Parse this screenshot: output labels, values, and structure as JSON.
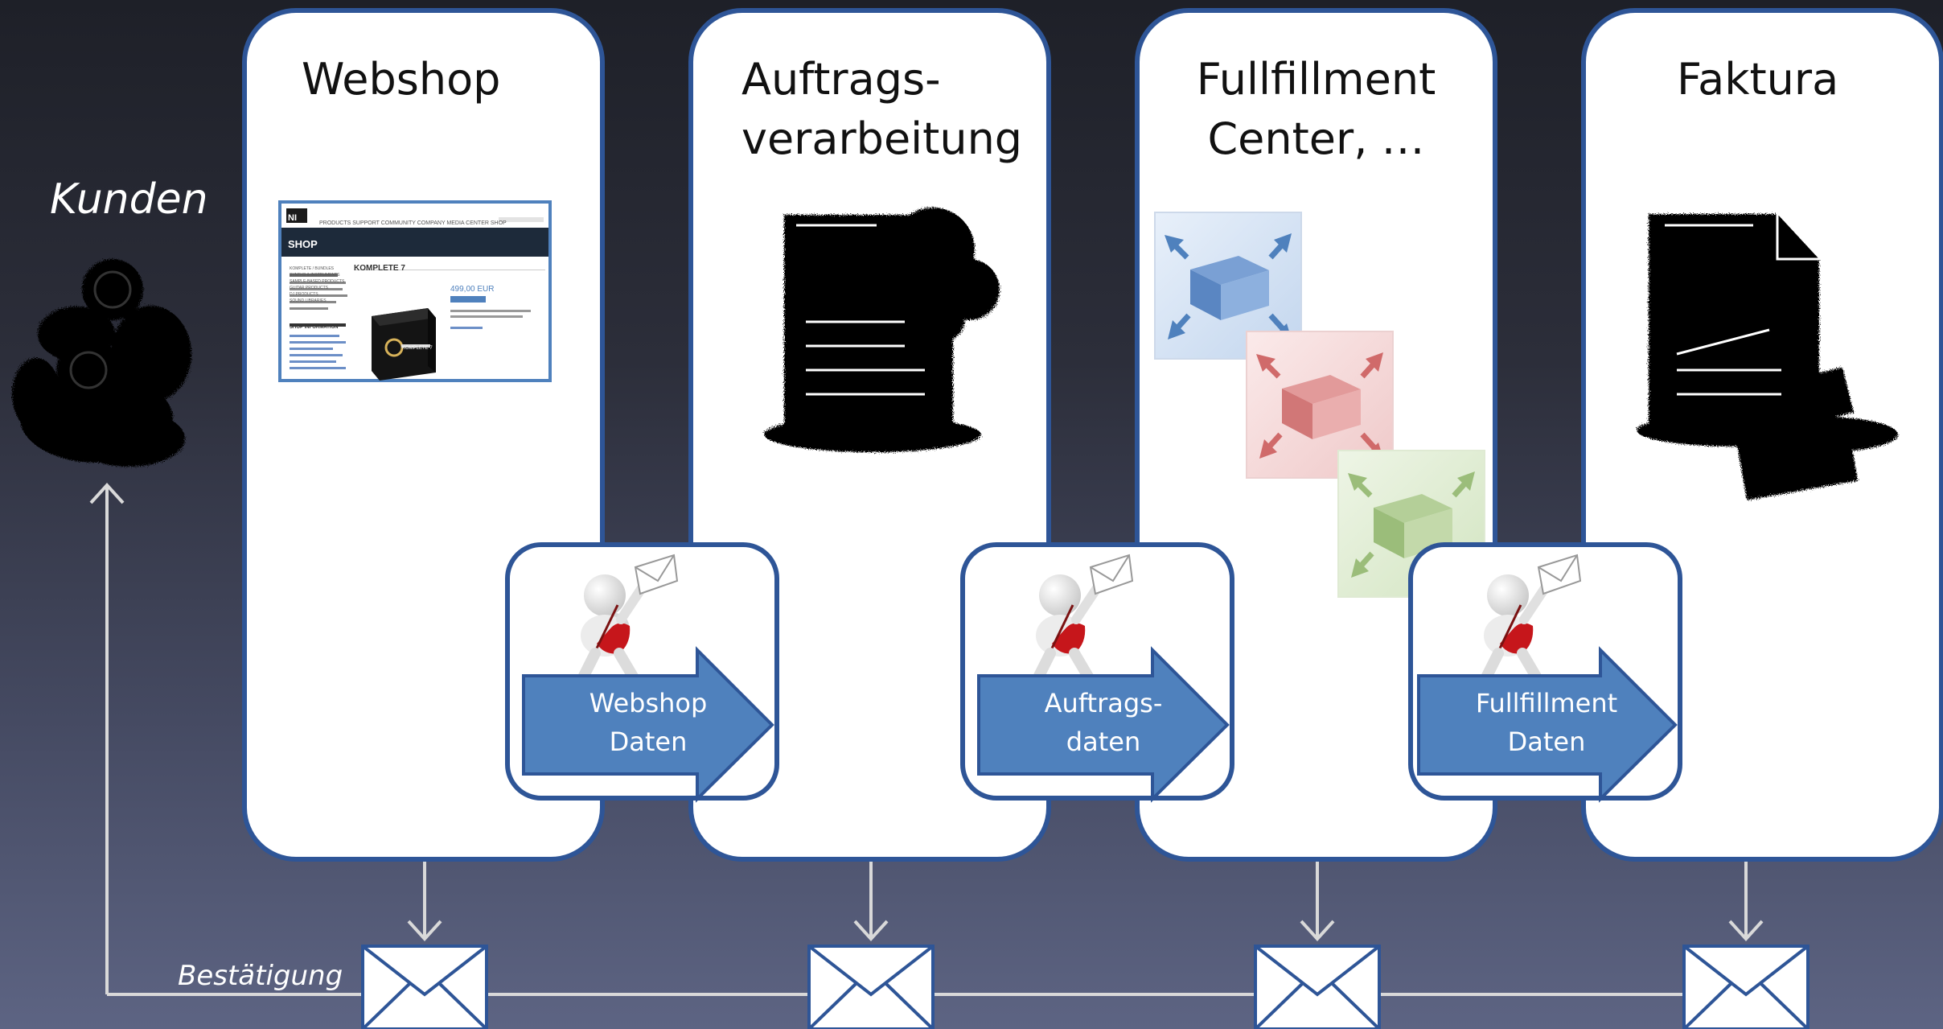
{
  "customer_label": "Kunden",
  "confirmation_label": "Bestätigung",
  "columns": [
    {
      "title_line1": "Webshop",
      "title_line2": ""
    },
    {
      "title_line1": "Auftrags-",
      "title_line2": "verarbeitung"
    },
    {
      "title_line1": "Fullfillment",
      "title_line2": "Center, …"
    },
    {
      "title_line1": "Faktura",
      "title_line2": ""
    }
  ],
  "transfers": [
    {
      "line1": "Webshop",
      "line2": "Daten"
    },
    {
      "line1": "Auftrags-",
      "line2": "daten"
    },
    {
      "line1": "Fullfillment",
      "line2": "Daten"
    }
  ],
  "shop_screenshot": {
    "logo": "NI",
    "nav": "PRODUCTS  SUPPORT  COMMUNITY  COMPANY  MEDIA CENTER  SHOP",
    "banner": "SHOP",
    "heading": "KOMPLETE 7",
    "price": "499,00 EUR",
    "sidebar_items": [
      "KOMPLETE / BUNDLES",
      "SYNTHS & INSTRUMENTS",
      "SAMPLE-BASED PRODUCTS",
      "GUITAR PRODUCTS",
      "DJ PRODUCTS",
      "SOUND LIBRARIES"
    ],
    "shop_info": "SHOP INFORMATION",
    "box_label": "KOMPLETE 7"
  },
  "colors": {
    "accent_blue": "#4f81bd",
    "border_blue": "#2e5597",
    "line_gray": "#d9d9d9",
    "background": "#2c2e3a"
  }
}
